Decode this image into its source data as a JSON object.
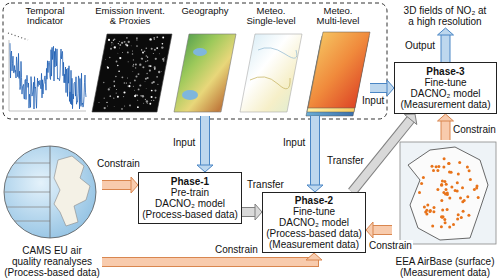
{
  "diagram": {
    "nodes": [
      {
        "text": [
          "Temporal Indicator"
        ]
      },
      {
        "text": [
          "Emission Invent. & Proxies"
        ]
      },
      {
        "text": [
          "Geography"
        ]
      },
      {
        "text": [
          "Meteo. Single-level"
        ]
      },
      {
        "text": [
          "Meteo. Multi-level"
        ]
      },
      {
        "text": [
          "3D fields of NO₂ at a high resolution"
        ]
      },
      {
        "text": [
          "Phase-3",
          "Fine-tune",
          "DACNO₂ model",
          "(Measurement data)"
        ]
      },
      {
        "text": [
          "Phase-1",
          "Pre-train",
          "DACNO₂ model",
          "(Process-based data)"
        ]
      },
      {
        "text": [
          "Phase-2",
          "Fine-tune",
          "DACNO₂ model",
          "(Process-based data)",
          "(Measurement data)"
        ]
      },
      {
        "text": [
          "CAMS EU air quality reanalyses",
          "(Process-based data)"
        ]
      },
      {
        "text": [
          "EEA AirBase (surface)",
          "(Measurement data)"
        ]
      }
    ],
    "edges": [
      {
        "from": 2,
        "to": 7,
        "arrow": "to",
        "label": "Input"
      },
      {
        "from": 4,
        "to": 8,
        "arrow": "to",
        "label": "Input"
      },
      {
        "from": 4,
        "to": 6,
        "arrow": "to",
        "label": "Input"
      },
      {
        "from": 6,
        "to": 5,
        "arrow": "to",
        "label": "Output"
      },
      {
        "from": 7,
        "to": 8,
        "arrow": "to",
        "label": "Transfer"
      },
      {
        "from": 8,
        "to": 6,
        "arrow": "to",
        "label": "Transfer"
      },
      {
        "from": 9,
        "to": 7,
        "arrow": "to",
        "label": "Constrain"
      },
      {
        "from": 9,
        "to": 8,
        "arrow": "to",
        "label": "Constrain"
      },
      {
        "from": 10,
        "to": 8,
        "arrow": "to",
        "label": "Constrain"
      },
      {
        "from": 10,
        "to": 6,
        "arrow": "to",
        "label": "Constrain"
      }
    ]
  }
}
